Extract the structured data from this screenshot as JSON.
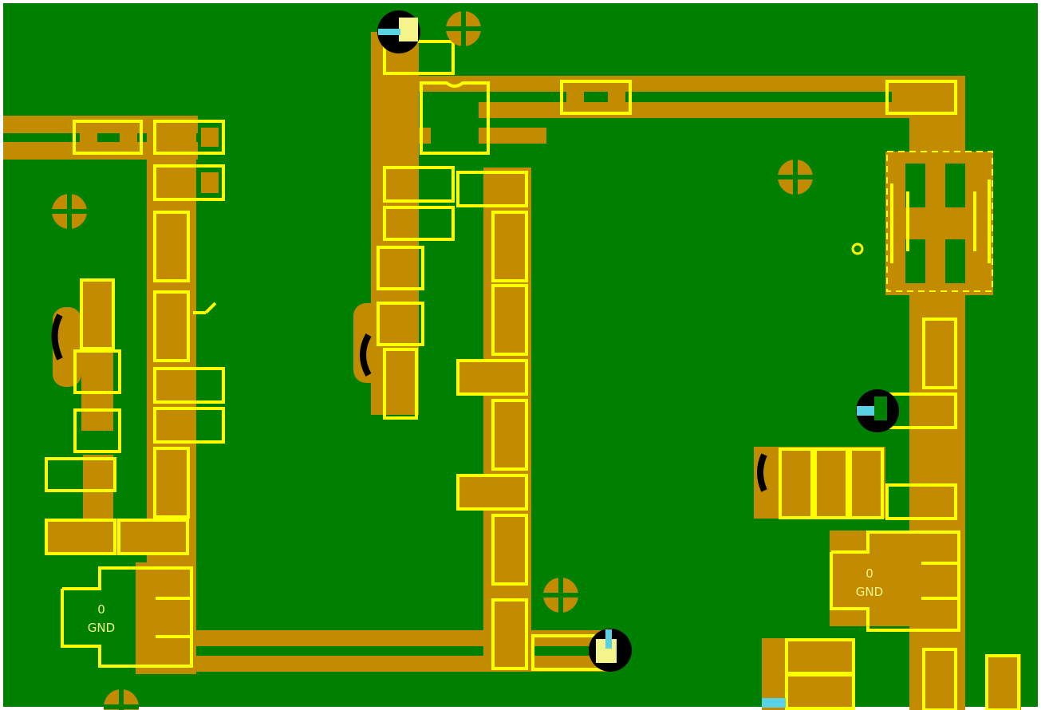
{
  "board": {
    "background_color": "#008000",
    "copper_color": "#c28b00",
    "silkscreen_color": "#ffff00",
    "via_color": "#000000",
    "via_highlight_color": "#5ad2e6",
    "pad_highlight_color": "#f4f48a"
  },
  "labels": {
    "gnd_left_value": "0",
    "gnd_left_name": "GND",
    "gnd_right_value": "0",
    "gnd_right_name": "GND"
  }
}
